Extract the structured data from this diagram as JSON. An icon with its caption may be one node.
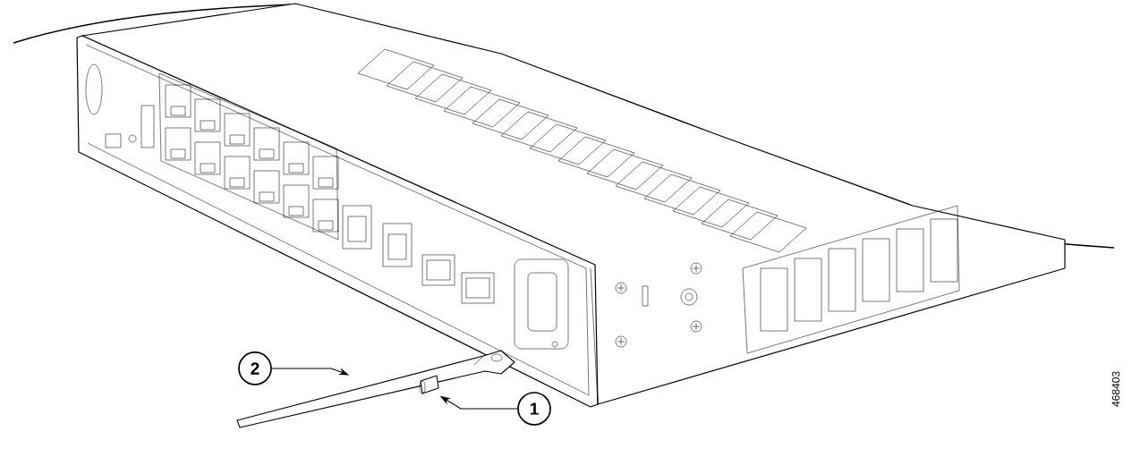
{
  "diagram": {
    "nodes": [
      {
        "text": [
          "2"
        ]
      },
      {
        "text": [
          "1"
        ]
      },
      {
        "text": [],
        "shape": "picture"
      },
      {
        "text": [],
        "shape": "picture"
      }
    ],
    "edges": [
      {
        "from": 0,
        "to": 2,
        "arrow": "to"
      },
      {
        "from": 1,
        "to": 3,
        "arrow": "to"
      }
    ],
    "labels": [
      "468403"
    ]
  }
}
